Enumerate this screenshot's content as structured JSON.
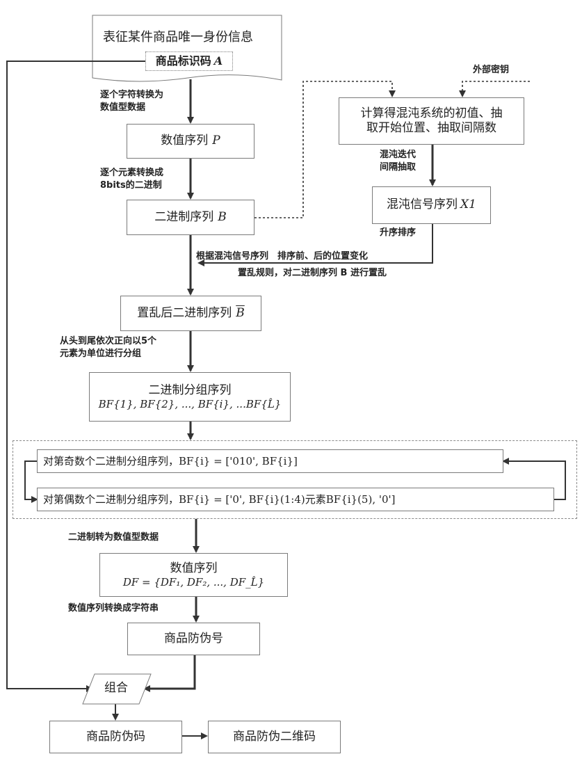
{
  "nodes": {
    "doc_title": "表征某件商品唯一身份信息",
    "doc_code": "商品标识码",
    "doc_code_var": "A",
    "seq_p": "数值序列",
    "seq_p_var": "P",
    "binary_b": "二进制序列",
    "binary_b_var": "B",
    "chaos_calc_line1": "计算得混沌系统的初值、抽",
    "chaos_calc_line2": "取开始位置、抽取间隔数",
    "chaos_signal": "混沌信号序列",
    "chaos_signal_var": "X1",
    "scrambled": "置乱后二进制序列",
    "scrambled_var": "B",
    "group_title": "二进制分组序列",
    "group_formula": "BF{1}, BF{2}, ..., BF{i}, ...BF{L̂}",
    "odd_row": "对第奇数个二进制分组序列，BF{i} = ['010', BF{i}]",
    "even_row": "对第偶数个二进制分组序列，BF{i} = ['0', BF{i}(1:4)元素BF{i}(5), '0']",
    "df_title": "数值序列",
    "df_formula": "DF = {DF₁, DF₂, ..., DF_L̂}",
    "anti_fake_no": "商品防伪号",
    "combine": "组合",
    "anti_fake_code": "商品防伪码",
    "qr_code": "商品防伪二维码"
  },
  "edge_labels": {
    "e1_line1": "逐个字符转换为",
    "e1_line2": "数值型数据",
    "e2_line1": "逐个元素转换成",
    "e2_line2": "8bits的二进制",
    "ext_key": "外部密钥",
    "chaos_iter_line1": "混沌迭代",
    "chaos_iter_line2": "间隔抽取",
    "ascending": "升序排序",
    "scramble_line1": "根据混沌信号序列　排序前、后的位置变化",
    "scramble_line2": "置乱规则，对二进制序列 B 进行置乱",
    "group_line1": "从头到尾依次正向以5个",
    "group_line2": "元素为单位进行分组",
    "to_numeric": "二进制转为数值型数据",
    "to_string": "数值序列转换成字符串"
  },
  "colors": {
    "line": "#333333",
    "box_border": "#7a7a7a",
    "frame_border": "#8a8a8a"
  }
}
